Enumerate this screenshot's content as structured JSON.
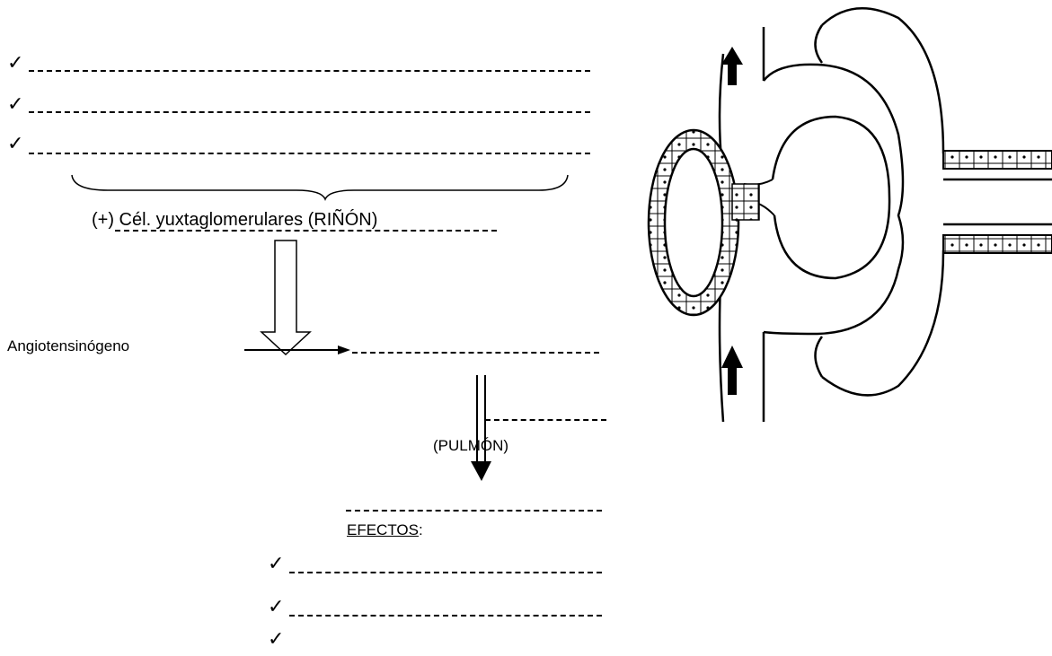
{
  "top_checks": [
    "✓",
    "✓",
    "✓"
  ],
  "stimulus_label": "(+) Cél. yuxtaglomerulares (RIÑÓN)",
  "substrate_label": "Angiotensinógeno",
  "organ_label": "(PULMÓN)",
  "effects_title": "EFECTOS",
  "effects_colon": ":",
  "effect_checks": [
    "✓",
    "✓",
    "✓"
  ],
  "illustration": {
    "subject": "nephron-juxtaglomerular-apparatus",
    "arrow_directions": [
      "up",
      "up"
    ]
  }
}
